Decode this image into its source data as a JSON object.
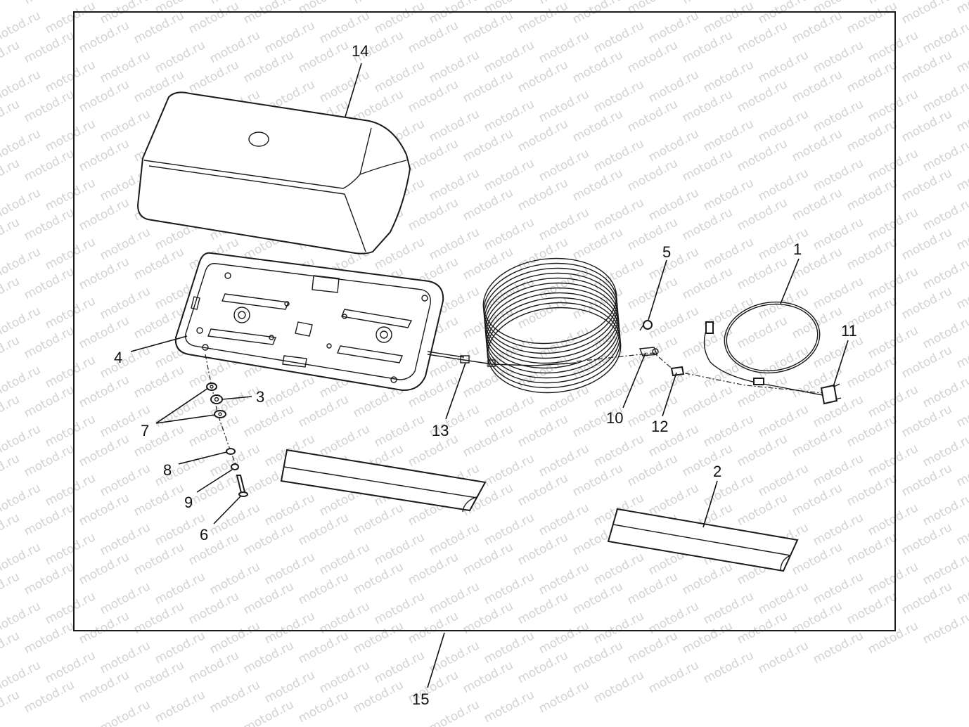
{
  "watermark": "motod.ru",
  "callouts": [
    {
      "id": "1",
      "text": "1"
    },
    {
      "id": "2",
      "text": "2"
    },
    {
      "id": "3",
      "text": "3"
    },
    {
      "id": "4",
      "text": "4"
    },
    {
      "id": "5",
      "text": "5"
    },
    {
      "id": "6",
      "text": "6"
    },
    {
      "id": "7",
      "text": "7"
    },
    {
      "id": "8",
      "text": "8"
    },
    {
      "id": "9",
      "text": "9"
    },
    {
      "id": "10",
      "text": "10"
    },
    {
      "id": "11",
      "text": "11"
    },
    {
      "id": "12",
      "text": "12"
    },
    {
      "id": "13",
      "text": "13"
    },
    {
      "id": "14",
      "text": "14"
    },
    {
      "id": "15",
      "text": "15"
    }
  ],
  "colors": {
    "line": "#1a1a1a",
    "watermark": "#d2d2d2",
    "background": "#ffffff"
  }
}
